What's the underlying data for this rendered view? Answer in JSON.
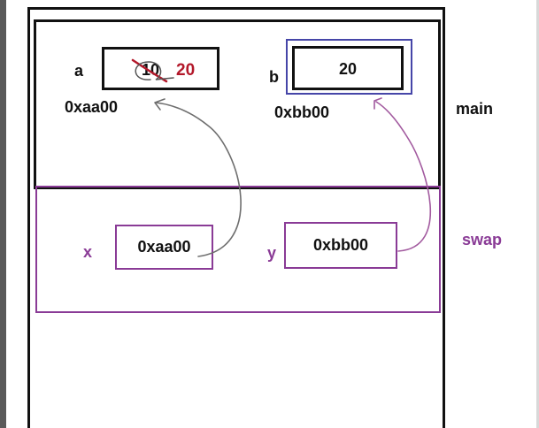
{
  "frames": {
    "main": "main",
    "swap": "swap"
  },
  "variables": {
    "a": {
      "name": "a",
      "old_value": "10",
      "new_value": "20",
      "address": "0xaa00"
    },
    "b": {
      "name": "b",
      "value": "20",
      "address": "0xbb00"
    },
    "x": {
      "name": "x",
      "value": "0xaa00"
    },
    "y": {
      "name": "y",
      "value": "0xbb00"
    }
  },
  "colors": {
    "frame": "#111111",
    "swap_frame": "#8a3b96",
    "b_highlight": "#4646a8",
    "changed_value": "#b3182a",
    "arrow_x": "#6e6e6e",
    "arrow_y": "#a25a9f"
  }
}
